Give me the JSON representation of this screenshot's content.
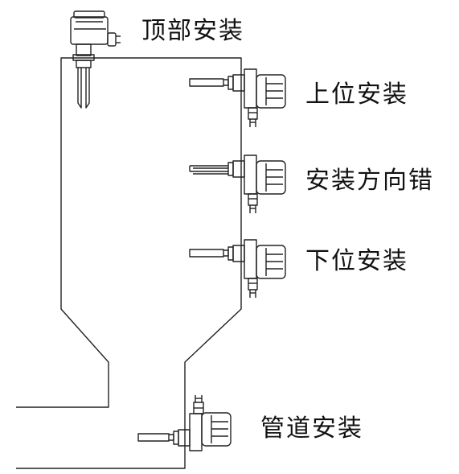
{
  "labels": {
    "top_mount": "顶部安装",
    "upper_mount": "上位安装",
    "wrong_direction": "安装方向错",
    "lower_mount": "下位安装",
    "pipe_mount": "管道安装"
  }
}
